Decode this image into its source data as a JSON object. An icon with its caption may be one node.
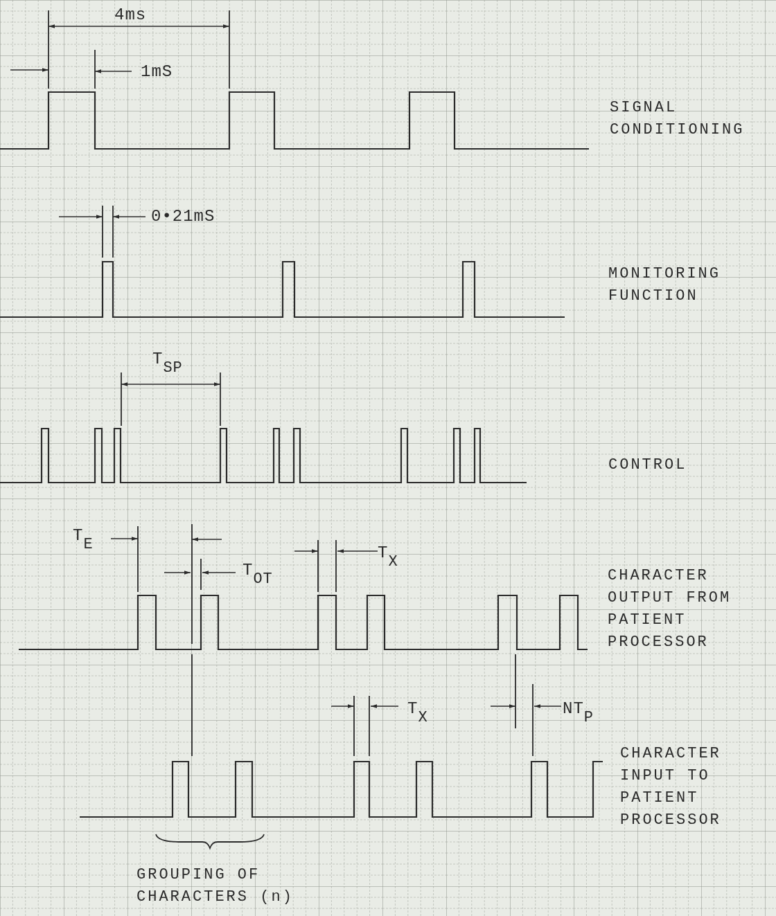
{
  "diagram": {
    "labels": [
      "4ms",
      "1mS",
      "SIGNAL CONDITIONING",
      "0•21mS",
      "MONITORING FUNCTION",
      "T$_{SP}$",
      "CONTROL",
      "T$_{E}$",
      "T$_{OT}$",
      "T$_{X}$",
      "CHARACTER OUTPUT FROM PATIENT PROCESSOR",
      "T$_{X}$",
      "NT$_{P}$",
      "CHARACTER INPUT TO PATIENT PROCESSOR",
      "GROUPING OF CHARACTERS (n)"
    ]
  }
}
